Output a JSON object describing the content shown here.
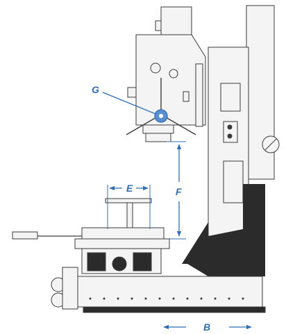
{
  "labels": {
    "g": "G",
    "e": "E",
    "f": "F",
    "b": "B"
  },
  "colors": {
    "dimension": "#2e6db4",
    "machine_line": "#3a3a3a",
    "machine_fill": "#f4f4f4",
    "dark_fill": "#2b2b2b"
  }
}
